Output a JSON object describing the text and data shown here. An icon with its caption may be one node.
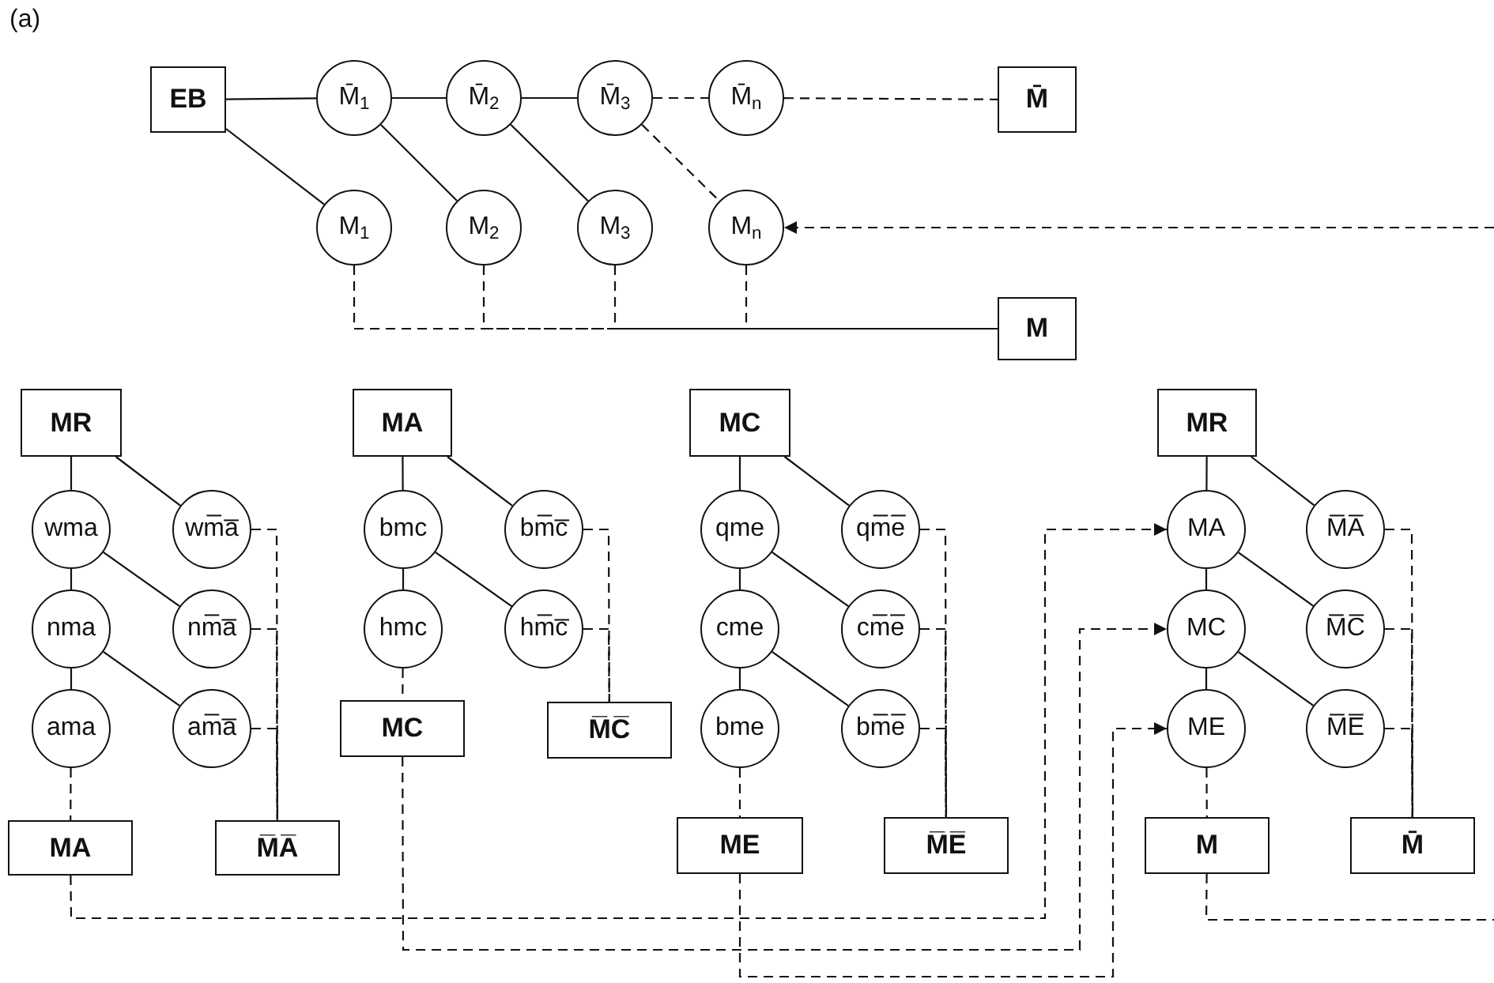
{
  "diagram": {
    "nodes": [
      {
        "text": [
          "EB"
        ]
      },
      {
        "text": [
          "M̄$_{1}$"
        ]
      },
      {
        "text": [
          "M̄$_{2}$"
        ]
      },
      {
        "text": [
          "M̄$_{3}$"
        ]
      },
      {
        "text": [
          "M̄$_{n}$"
        ]
      },
      {
        "text": [
          "M̄"
        ]
      },
      {
        "text": [
          "M$_{1}$"
        ]
      },
      {
        "text": [
          "M$_{2}$"
        ]
      },
      {
        "text": [
          "M$_{3}$"
        ]
      },
      {
        "text": [
          "M$_{n}$"
        ]
      },
      {
        "text": [
          "M"
        ]
      },
      {
        "text": [
          "MR"
        ]
      },
      {
        "text": [
          "wma"
        ]
      },
      {
        "text": [
          "wm̅a̅"
        ]
      },
      {
        "text": [
          "nma"
        ]
      },
      {
        "text": [
          "nm̅a̅"
        ]
      },
      {
        "text": [
          "ama"
        ]
      },
      {
        "text": [
          "am̅a̅"
        ]
      },
      {
        "text": [
          "MA"
        ]
      },
      {
        "text": [
          "M̅A̅"
        ]
      },
      {
        "text": [
          "MA"
        ]
      },
      {
        "text": [
          "bmc"
        ]
      },
      {
        "text": [
          "bm̅c̅"
        ]
      },
      {
        "text": [
          "hmc"
        ]
      },
      {
        "text": [
          "hm̅c̅"
        ]
      },
      {
        "text": [
          "MC"
        ]
      },
      {
        "text": [
          "M̅C̅"
        ]
      },
      {
        "text": [
          "MC"
        ]
      },
      {
        "text": [
          "qme"
        ]
      },
      {
        "text": [
          "qm̅e̅"
        ]
      },
      {
        "text": [
          "cme"
        ]
      },
      {
        "text": [
          "cm̅e̅"
        ]
      },
      {
        "text": [
          "bme"
        ]
      },
      {
        "text": [
          "bm̅e̅"
        ]
      },
      {
        "text": [
          "ME"
        ]
      },
      {
        "text": [
          "M̅E̅"
        ]
      },
      {
        "text": [
          "MR"
        ]
      },
      {
        "text": [
          "MA"
        ]
      },
      {
        "text": [
          "M̅A̅"
        ]
      },
      {
        "text": [
          "MC"
        ]
      },
      {
        "text": [
          "M̅C̅"
        ]
      },
      {
        "text": [
          "ME"
        ]
      },
      {
        "text": [
          "M̅E̅"
        ]
      },
      {
        "text": [
          "M"
        ]
      },
      {
        "text": [
          "M̄"
        ]
      }
    ],
    "edges": [
      {
        "from": 0,
        "to": 1,
        "arrow": "none"
      },
      {
        "from": 0,
        "to": 6,
        "arrow": "none"
      },
      {
        "from": 1,
        "to": 2,
        "arrow": "none"
      },
      {
        "from": 1,
        "to": 7,
        "arrow": "none"
      },
      {
        "from": 2,
        "to": 3,
        "arrow": "none"
      },
      {
        "from": 2,
        "to": 8,
        "arrow": "none"
      },
      {
        "from": 3,
        "to": 4,
        "arrow": "none",
        "style": "dashed"
      },
      {
        "from": 3,
        "to": 9,
        "arrow": "none",
        "style": "dashed"
      },
      {
        "from": 4,
        "to": 5,
        "arrow": "none",
        "style": "dashed"
      },
      {
        "from": 6,
        "to": 10,
        "arrow": "none",
        "style": "dashed"
      },
      {
        "from": 7,
        "to": 10,
        "arrow": "none",
        "style": "dashed"
      },
      {
        "from": 8,
        "to": 10,
        "arrow": "none",
        "style": "dashed"
      },
      {
        "from": 9,
        "to": 10,
        "arrow": "none",
        "style": "dashed"
      },
      {
        "from": null,
        "to": 9,
        "arrow": "to",
        "style": "dashed"
      },
      {
        "from": 11,
        "to": 12,
        "arrow": "none"
      },
      {
        "from": 11,
        "to": 13,
        "arrow": "none"
      },
      {
        "from": 12,
        "to": 14,
        "arrow": "none"
      },
      {
        "from": 12,
        "to": 15,
        "arrow": "none"
      },
      {
        "from": 14,
        "to": 16,
        "arrow": "none"
      },
      {
        "from": 14,
        "to": 17,
        "arrow": "none"
      },
      {
        "from": 16,
        "to": 18,
        "arrow": "none",
        "style": "dashed"
      },
      {
        "from": 13,
        "to": 19,
        "arrow": "none",
        "style": "dashed"
      },
      {
        "from": 15,
        "to": 19,
        "arrow": "none",
        "style": "dashed"
      },
      {
        "from": 17,
        "to": 19,
        "arrow": "none",
        "style": "dashed"
      },
      {
        "from": 20,
        "to": 21,
        "arrow": "none"
      },
      {
        "from": 20,
        "to": 22,
        "arrow": "none"
      },
      {
        "from": 21,
        "to": 23,
        "arrow": "none"
      },
      {
        "from": 21,
        "to": 24,
        "arrow": "none"
      },
      {
        "from": 23,
        "to": 25,
        "arrow": "none",
        "style": "dashed"
      },
      {
        "from": 22,
        "to": 26,
        "arrow": "none",
        "style": "dashed"
      },
      {
        "from": 24,
        "to": 26,
        "arrow": "none",
        "style": "dashed"
      },
      {
        "from": 27,
        "to": 28,
        "arrow": "none"
      },
      {
        "from": 27,
        "to": 29,
        "arrow": "none"
      },
      {
        "from": 28,
        "to": 30,
        "arrow": "none"
      },
      {
        "from": 28,
        "to": 31,
        "arrow": "none"
      },
      {
        "from": 30,
        "to": 32,
        "arrow": "none"
      },
      {
        "from": 30,
        "to": 33,
        "arrow": "none"
      },
      {
        "from": 32,
        "to": 34,
        "arrow": "none",
        "style": "dashed"
      },
      {
        "from": 29,
        "to": 35,
        "arrow": "none",
        "style": "dashed"
      },
      {
        "from": 31,
        "to": 35,
        "arrow": "none",
        "style": "dashed"
      },
      {
        "from": 33,
        "to": 35,
        "arrow": "none",
        "style": "dashed"
      },
      {
        "from": 36,
        "to": 37,
        "arrow": "none"
      },
      {
        "from": 36,
        "to": 38,
        "arrow": "none"
      },
      {
        "from": 37,
        "to": 39,
        "arrow": "none"
      },
      {
        "from": 37,
        "to": 40,
        "arrow": "none"
      },
      {
        "from": 39,
        "to": 41,
        "arrow": "none"
      },
      {
        "from": 39,
        "to": 42,
        "arrow": "none"
      },
      {
        "from": 41,
        "to": 43,
        "arrow": "none",
        "style": "dashed"
      },
      {
        "from": 38,
        "to": 44,
        "arrow": "none",
        "style": "dashed"
      },
      {
        "from": 40,
        "to": 44,
        "arrow": "none",
        "style": "dashed"
      },
      {
        "from": 42,
        "to": 44,
        "arrow": "none",
        "style": "dashed"
      },
      {
        "from": 18,
        "to": 37,
        "arrow": "to",
        "style": "dashed"
      },
      {
        "from": 25,
        "to": 39,
        "arrow": "to",
        "style": "dashed"
      },
      {
        "from": 34,
        "to": 41,
        "arrow": "to",
        "style": "dashed"
      },
      {
        "from": 43,
        "to": null,
        "arrow": "none",
        "style": "dashed"
      }
    ],
    "labels": [
      "(a)"
    ]
  }
}
